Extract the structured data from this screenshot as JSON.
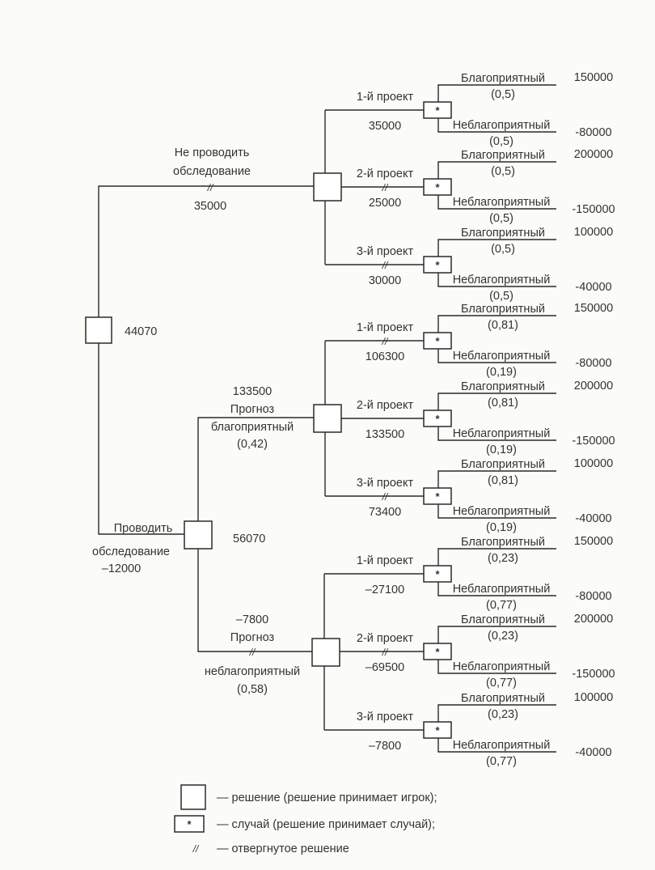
{
  "colors": {
    "ink": "#2a2a2a",
    "text": "#333333",
    "paper": "#fbfbf8"
  },
  "reject_mark": "//",
  "chance_mark": "*",
  "root_value": "44070",
  "no_survey": {
    "label_line1": "Не проводить",
    "label_line2": "обследование",
    "value": "35000",
    "projects": [
      {
        "label": "1-й проект",
        "value": "35000",
        "rejected": false,
        "fav": "Благоприятный",
        "fav_p": "(0,5)",
        "fav_payoff": "150000",
        "unf": "Неблагоприятный",
        "unf_p": "(0,5)",
        "unf_payoff": "-80000"
      },
      {
        "label": "2-й проект",
        "value": "25000",
        "rejected": true,
        "fav": "Благоприятный",
        "fav_p": "(0,5)",
        "fav_payoff": "200000",
        "unf": "Неблагоприятный",
        "unf_p": "(0,5)",
        "unf_payoff": "-150000"
      },
      {
        "label": "3-й проект",
        "value": "30000",
        "rejected": true,
        "fav": "Благоприятный",
        "fav_p": "(0,5)",
        "fav_payoff": "100000",
        "unf": "Неблагоприятный",
        "unf_p": "(0,5)",
        "unf_payoff": "-40000"
      }
    ]
  },
  "survey": {
    "label_line1": "Проводить",
    "label_line2": "обследование",
    "cost": "–12000",
    "value": "56070",
    "favorable_forecast": {
      "value": "133500",
      "line1": "Прогноз",
      "line2": "благоприятный",
      "prob": "(0,42)",
      "projects": [
        {
          "label": "1-й проект",
          "value": "106300",
          "rejected": true,
          "fav": "Благоприятный",
          "fav_p": "(0,81)",
          "fav_payoff": "150000",
          "unf": "Неблагоприятный",
          "unf_p": "(0,19)",
          "unf_payoff": "-80000"
        },
        {
          "label": "2-й проект",
          "value": "133500",
          "rejected": false,
          "fav": "Благоприятный",
          "fav_p": "(0,81)",
          "fav_payoff": "200000",
          "unf": "Неблагоприятный",
          "unf_p": "(0,19)",
          "unf_payoff": "-150000"
        },
        {
          "label": "3-й проект",
          "value": "73400",
          "rejected": true,
          "fav": "Благоприятный",
          "fav_p": "(0,81)",
          "fav_payoff": "100000",
          "unf": "Неблагоприятный",
          "unf_p": "(0,19)",
          "unf_payoff": "-40000"
        }
      ]
    },
    "unfavorable_forecast": {
      "value": "–7800",
      "line1": "Прогноз",
      "line2": "неблагоприятный",
      "prob": "(0,58)",
      "projects": [
        {
          "label": "1-й проект",
          "value": "–27100",
          "rejected": false,
          "fav": "Благоприятный",
          "fav_p": "(0,23)",
          "fav_payoff": "150000",
          "unf": "Неблагоприятный",
          "unf_p": "(0,77)",
          "unf_payoff": "-80000"
        },
        {
          "label": "2-й проект",
          "value": "–69500",
          "rejected": true,
          "fav": "Благоприятный",
          "fav_p": "(0,23)",
          "fav_payoff": "200000",
          "unf": "Неблагоприятный",
          "unf_p": "(0,77)",
          "unf_payoff": "-150000"
        },
        {
          "label": "3-й проект",
          "value": "–7800",
          "rejected": false,
          "fav": "Благоприятный",
          "fav_p": "(0,23)",
          "fav_payoff": "100000",
          "unf": "Неблагоприятный",
          "unf_p": "(0,77)",
          "unf_payoff": "-40000"
        }
      ]
    }
  },
  "legend": {
    "decision": "— решение (решение принимает игрок);",
    "chance": "— случай (решение принимает случай);",
    "rejected": "— отвергнутое решение"
  }
}
